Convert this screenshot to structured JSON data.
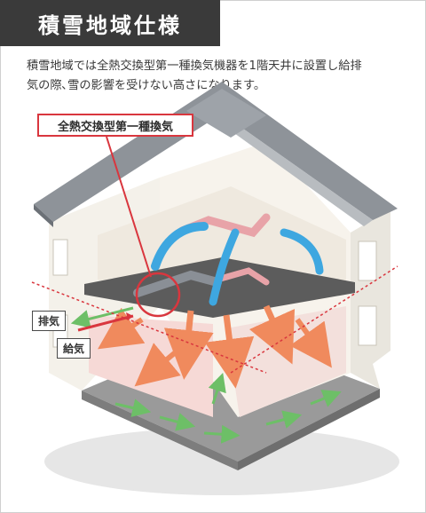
{
  "header": {
    "title": "積雪地域仕様"
  },
  "description": {
    "text": "積雪地域では全熱交換型第一種換気機器を1階天井に設置し給排\n気の際､雪の影響を受けない高さになります。"
  },
  "callout": {
    "label": "全熱交換型第一種換気"
  },
  "tags": {
    "exhaust": "排気",
    "supply": "給気"
  },
  "colors": {
    "title_bg": "#3a3a3a",
    "accent_red": "#d9363e",
    "airflow_blue": "#3ea7e0",
    "airflow_orange": "#f08a5d",
    "airflow_green": "#6dbf67",
    "roof": "#8e9399"
  }
}
